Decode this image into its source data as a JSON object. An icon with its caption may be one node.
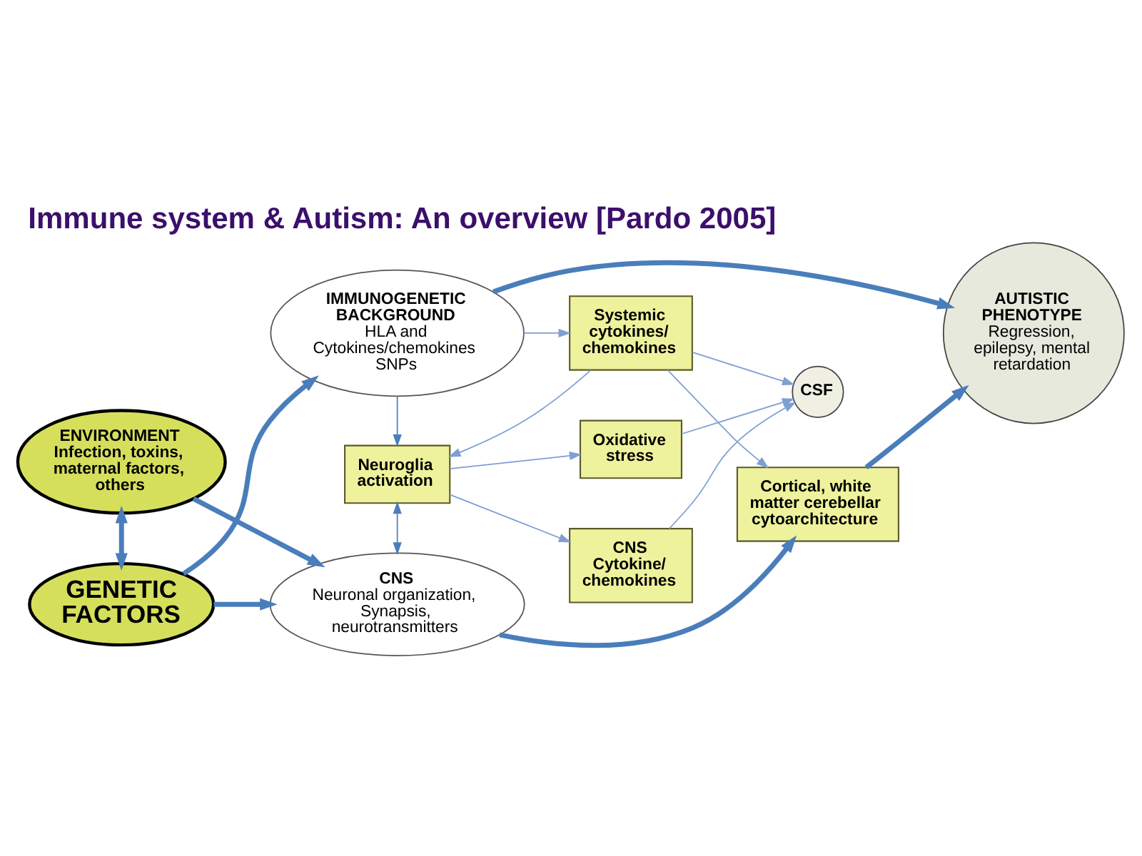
{
  "diagram": {
    "title": "Immune system & Autism: An overview [Pardo 2005]",
    "nodes": [
      {
        "text": [
          "CNS",
          "Neuronal organization, Synapsis, neurotransmitters"
        ]
      },
      {
        "text": [
          "ENVIRONMENT",
          "Infection, toxins, maternal factors, others"
        ]
      },
      {
        "text": [
          "Cortical, white matter cerebellar cytoarchitecture"
        ]
      },
      {
        "text": [
          "CNS Cytokine/ chemokines"
        ]
      },
      {
        "text": [
          "Neuroglia activation"
        ]
      },
      {
        "text": [
          "Oxidative stress"
        ]
      },
      {
        "text": [
          "CSF"
        ]
      },
      {
        "text": [
          "GENETIC FACTORS"
        ]
      },
      {
        "text": [
          "Systemic cytokines/ chemokines"
        ]
      },
      {
        "text": [
          "IMMUNOGENETIC BACKGROUND",
          "HLA and Cytokines/chemokines SNPs"
        ]
      },
      {
        "text": [
          "AUTISTIC PHENOTYPE",
          "Regression, epilepsy, mental retardation"
        ]
      }
    ],
    "edges": [
      {
        "from": 1,
        "to": 0,
        "arrow": "to",
        "style": "thick"
      },
      {
        "from": 1,
        "to": 7,
        "arrow": "both",
        "style": "thick"
      },
      {
        "from": 7,
        "to": 0,
        "arrow": "to",
        "style": "thick"
      },
      {
        "from": 0,
        "to": 2,
        "arrow": "to",
        "style": "thick"
      },
      {
        "from": 4,
        "to": 0,
        "arrow": "both"
      },
      {
        "from": 8,
        "to": 2,
        "arrow": "to",
        "color": "#7f9fd3"
      },
      {
        "from": 8,
        "to": 4,
        "arrow": "to",
        "color": "#7f9fd3"
      },
      {
        "from": 4,
        "to": 3,
        "arrow": "to",
        "color": "#7f9fd3"
      },
      {
        "from": 4,
        "to": 5,
        "arrow": "to",
        "color": "#7f9fd3"
      },
      {
        "from": 3,
        "to": 6,
        "arrow": "to",
        "color": "#7f9fd3"
      },
      {
        "from": 5,
        "to": 6,
        "arrow": "to",
        "color": "#7f9fd3"
      },
      {
        "from": 8,
        "to": 6,
        "arrow": "to",
        "color": "#7f9fd3"
      },
      {
        "from": 9,
        "to": 4,
        "arrow": "to"
      },
      {
        "from": 9,
        "to": 8,
        "arrow": "to",
        "color": "#7f9fd3"
      },
      {
        "from": 7,
        "to": 9,
        "arrow": "to",
        "style": "thick"
      },
      {
        "from": 9,
        "to": 10,
        "arrow": "to",
        "style": "thick"
      },
      {
        "from": 2,
        "to": 10,
        "arrow": "to",
        "style": "thick"
      }
    ]
  }
}
